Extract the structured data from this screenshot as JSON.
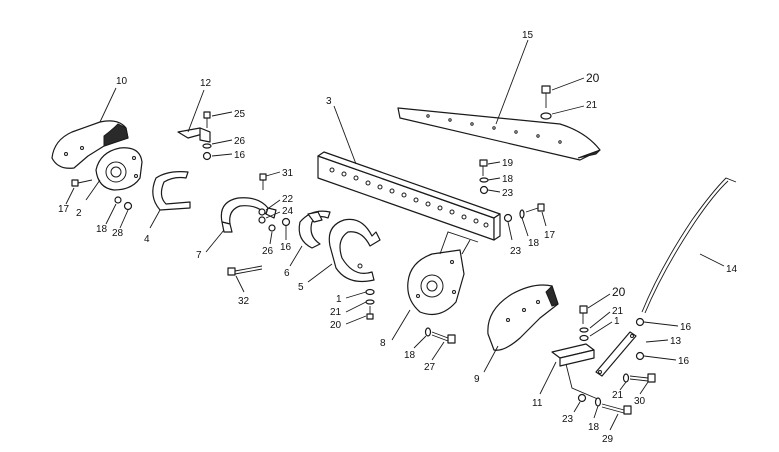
{
  "diagram": {
    "callouts": {
      "c1": "1",
      "c2": "2",
      "c3": "3",
      "c4": "4",
      "c5": "5",
      "c6": "6",
      "c7": "7",
      "c8": "8",
      "c9": "9",
      "c10": "10",
      "c11": "11",
      "c12": "12",
      "c13": "13",
      "c14": "14",
      "c15": "15",
      "c16a": "16",
      "c16b": "16",
      "c16c": "16",
      "c16d": "16",
      "c17a": "17",
      "c17b": "17",
      "c18a": "18",
      "c18b": "18",
      "c18c": "18",
      "c18d": "18",
      "c18e": "18",
      "c19": "19",
      "c20a": "20",
      "c20b": "20",
      "c20c": "20",
      "c21a": "21",
      "c21b": "21",
      "c21c": "21",
      "c21d": "21",
      "c22": "22",
      "c23a": "23",
      "c23b": "23",
      "c23c": "23",
      "c24": "24",
      "c25": "25",
      "c26a": "26",
      "c26b": "26",
      "c27": "27",
      "c28": "28",
      "c29": "29",
      "c30": "30",
      "c31": "31",
      "c32": "32"
    }
  }
}
